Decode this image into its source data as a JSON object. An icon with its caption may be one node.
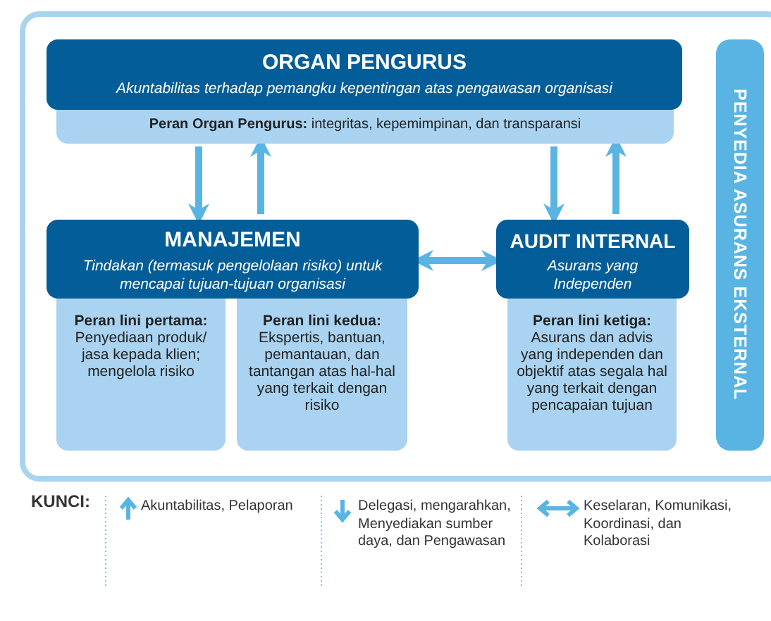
{
  "diagram": {
    "nodes": [
      {
        "text": [
          "ORGAN PENGURUS",
          "Akuntabilitas terhadap pemangku kepentingan atas pengawasan organisasi"
        ]
      },
      {
        "text": [
          "**Peran Organ Pengurus:** integritas, kepemimpinan, dan transparansi"
        ]
      },
      {
        "text": [
          "MANAJEMEN",
          "Tindakan (termasuk pengelolaan risiko) untuk mencapai tujuan-tujuan organisasi"
        ]
      },
      {
        "text": [
          "Peran lini pertama:",
          "Penyediaan produk/ jasa kepada klien; mengelola risiko"
        ]
      },
      {
        "text": [
          "Peran lini kedua:",
          "Ekspertis, bantuan, pemantauan, dan tantangan atas hal-hal yang terkait dengan risiko"
        ]
      },
      {
        "text": [
          "AUDIT INTERNAL",
          "Asurans yang Independen"
        ]
      },
      {
        "text": [
          "Peran lini ketiga:",
          "Asurans dan advis yang independen dan objektif atas segala hal yang terkait dengan pencapaian tujuan"
        ]
      },
      {
        "text": [
          "PENYEDIA ASURANS EKSTERNAL"
        ]
      }
    ],
    "edges": [
      {
        "from": 1,
        "to": 2,
        "arrow": "to"
      },
      {
        "from": 2,
        "to": 1,
        "arrow": "to"
      },
      {
        "from": 1,
        "to": 5,
        "arrow": "to"
      },
      {
        "from": 5,
        "to": 1,
        "arrow": "to"
      },
      {
        "from": 2,
        "to": 5,
        "arrow": "both"
      }
    ],
    "labels": [
      "KUNCI:"
    ],
    "legend": [
      {
        "text": "Akuntabilitas, Pelaporan"
      },
      {
        "text": "Delegasi, mengarahkan, Menyediakan sumber daya, dan Pengawasan"
      },
      {
        "text": "Keselaran, Komunikasi, Koordinasi, dan Kolaborasi"
      }
    ]
  }
}
